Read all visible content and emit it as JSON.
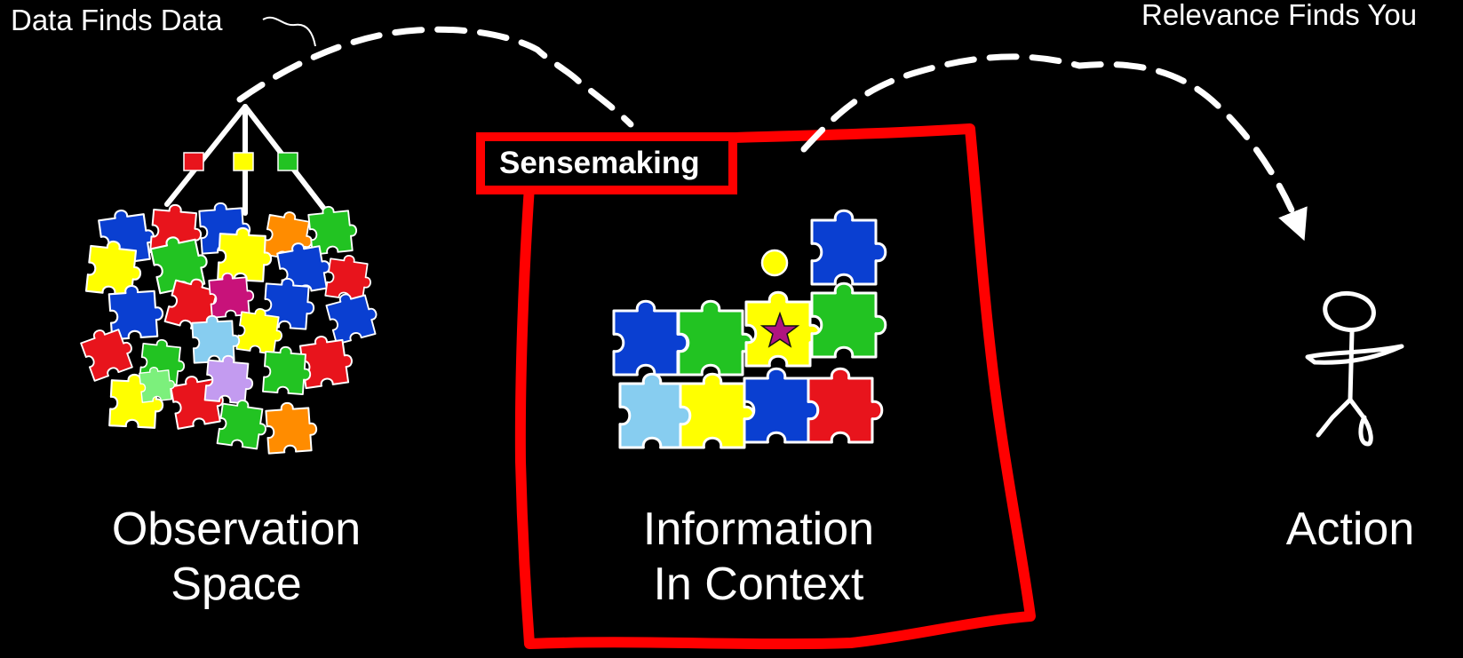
{
  "annotations": {
    "left_arrow": "Data Finds Data",
    "right_arrow": "Relevance Finds You"
  },
  "panels": {
    "observation": {
      "line1": "Observation",
      "line2": "Space"
    },
    "information": {
      "line1": "Information",
      "line2": "In Context",
      "tag": "Sensemaking"
    },
    "action": {
      "line1": "Action"
    }
  },
  "colors": {
    "background": "#000000",
    "frame": "#ff0000",
    "arrow": "#ffffff",
    "piece_red": "#e8141c",
    "piece_yellow": "#ffff00",
    "piece_green": "#22c322",
    "piece_blue": "#0a3fd1",
    "piece_orange": "#ff8c00",
    "piece_magenta": "#c8127a",
    "piece_lightblue": "#87cdf0",
    "piece_lavender": "#c39bf0",
    "star": "#b01480"
  },
  "icons": {
    "puzzle_pile": "jigsaw-pile-icon",
    "puzzle_assembled": "jigsaw-assembled-icon",
    "person": "stick-figure-icon",
    "star": "star-icon"
  }
}
